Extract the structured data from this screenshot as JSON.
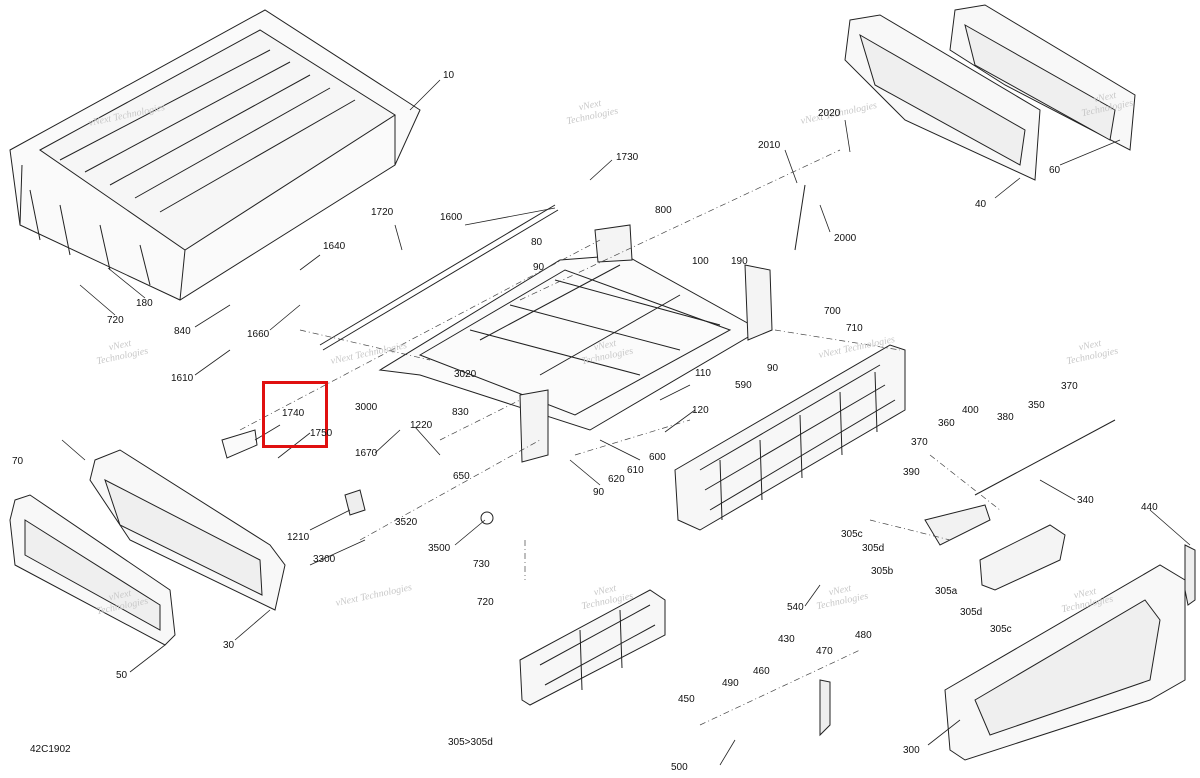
{
  "diagram_code": "42C1902",
  "watermark": {
    "line1": "vNext",
    "line2": "Technologies",
    "single": "vNext Technologies"
  },
  "highlight_color": "#e01010",
  "callouts": {
    "c10": "10",
    "c20": "2020",
    "c2010": "2010",
    "c2000": "2000",
    "c1730": "1730",
    "c1600": "1600",
    "c800": "800",
    "c80": "80",
    "c90a": "90",
    "c100": "100",
    "c190": "190",
    "c40": "40",
    "c60": "60",
    "c1720": "1720",
    "c1640": "1640",
    "c720a": "720",
    "c180": "180",
    "c840": "840",
    "c1660": "1660",
    "c1610": "1610",
    "c700": "700",
    "c710": "710",
    "c90b": "90",
    "c590": "590",
    "c110": "110",
    "c120": "120",
    "c3020": "3020",
    "c3000": "3000",
    "c830": "830",
    "c1740": "1740",
    "c1750": "1750",
    "c70": "70",
    "c1670": "1670",
    "c1220": "1220",
    "c650": "650",
    "c600": "600",
    "c610": "610",
    "c620": "620",
    "c90c": "90",
    "c370a": "370",
    "c400": "400",
    "c360": "360",
    "c380": "380",
    "c350": "350",
    "c370b": "370",
    "c390": "390",
    "c340": "340",
    "c305c_a": "305c",
    "c305d_a": "305d",
    "c305b": "305b",
    "c440": "440",
    "c1210": "1210",
    "c3520": "3520",
    "c3300": "3300",
    "c3500": "3500",
    "c730": "730",
    "c720b": "720",
    "c30": "30",
    "c50": "50",
    "c540": "540",
    "c305a": "305a",
    "c305d_b": "305d",
    "c305c_b": "305c",
    "c430": "430",
    "c480": "480",
    "c470": "470",
    "c460": "460",
    "c490": "490",
    "c450": "450",
    "c500": "500",
    "c305r": "305>305d",
    "c300": "300"
  }
}
